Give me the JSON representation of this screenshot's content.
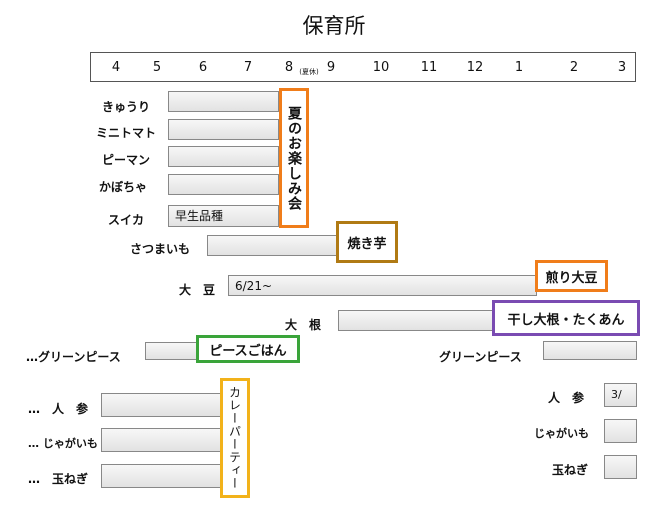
{
  "title": "保育所",
  "months": [
    "4",
    "5",
    "6",
    "7",
    "8",
    "(夏休)",
    "9",
    "10",
    "11",
    "12",
    "1",
    "2",
    "3"
  ],
  "crops": {
    "kyuuri": "きゅうり",
    "minitomato": "ミニトマト",
    "piman": "ピーマン",
    "kabocha": "かぼちゃ",
    "suika": "スイカ",
    "suika_bar": "早生品種",
    "satsumaimo": "さつまいも",
    "daizu": "大　豆",
    "daizu_bar": "6/21~",
    "daikon": "大　根",
    "greenpeas_1": "…グリーンピース",
    "greenpeas_2": "グリーンピース",
    "ninjin_1": "…　人　参",
    "jagaimo_1": "… じゃがいも",
    "tamanegi_1": "…　玉ねぎ",
    "ninjin_2": "人　参",
    "ninjin_2_box": "3/",
    "jagaimo_2": "じゃがいも",
    "tamanegi_2": "玉ねぎ"
  },
  "events": {
    "natsu": "夏のお楽しみ会",
    "yakiimo": "焼き芋",
    "iridaizu": "煎り大豆",
    "hoshidaikon": "干し大根・たくあん",
    "peace_gohan": "ピースごはん",
    "curry": "カレーパーティー"
  },
  "colors": {
    "orange": "#f07d1a",
    "brown": "#b07a14",
    "purple": "#7a4bb2",
    "green": "#3aa43a",
    "yellow": "#f2b21a"
  }
}
